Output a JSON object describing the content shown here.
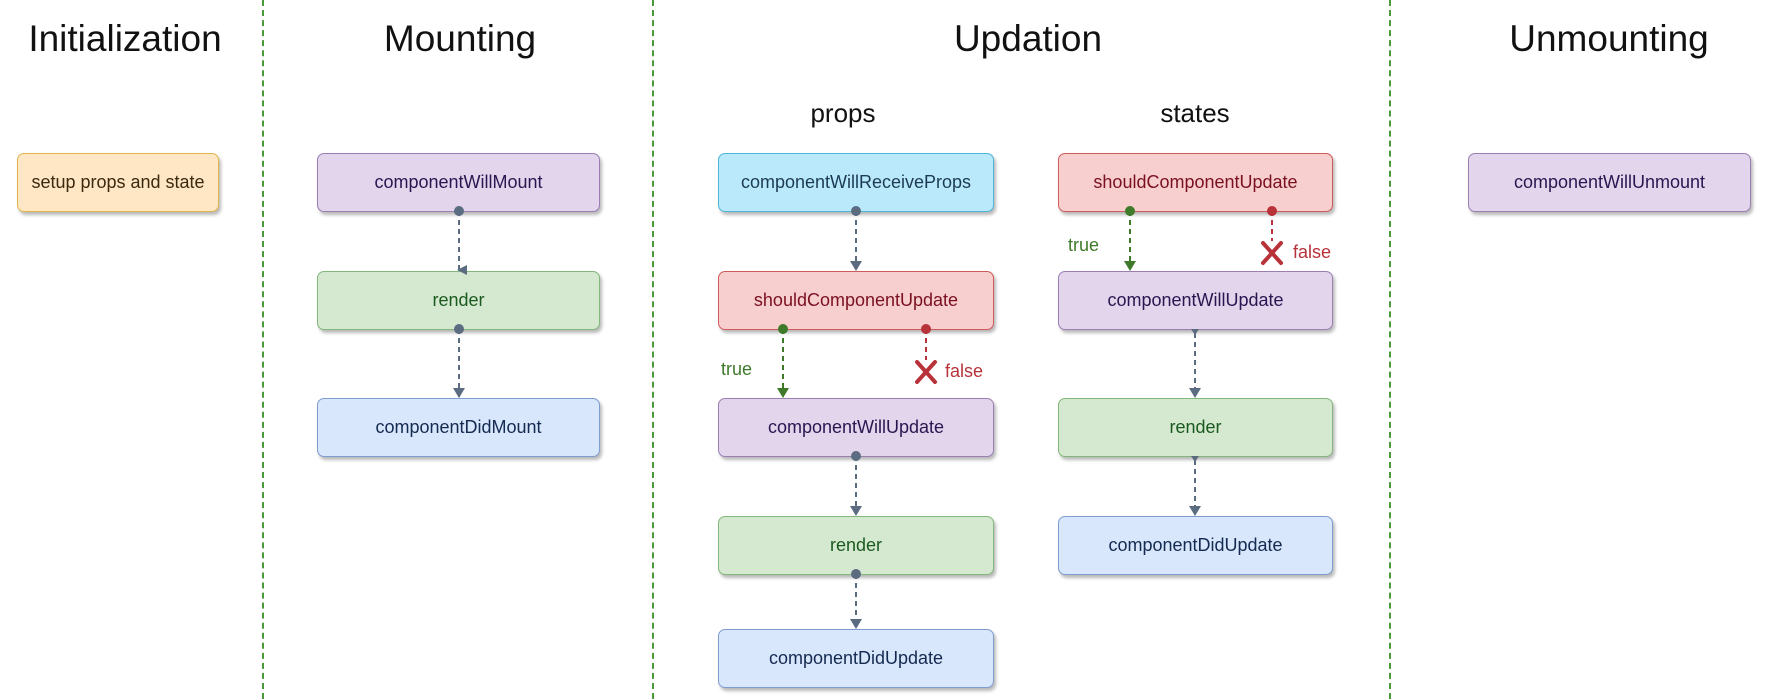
{
  "phases": {
    "initialization": "Initialization",
    "mounting": "Mounting",
    "updation": "Updation",
    "unmounting": "Unmounting"
  },
  "subheadings": {
    "props": "props",
    "states": "states"
  },
  "initialization": {
    "setup": "setup props and state"
  },
  "mounting": {
    "will_mount": "componentWillMount",
    "render": "render",
    "did_mount": "componentDidMount"
  },
  "props_flow": {
    "will_receive_props": "componentWillReceiveProps",
    "should_update": "shouldComponentUpdate",
    "will_update": "componentWillUpdate",
    "render": "render",
    "did_update": "componentDidUpdate",
    "true_label": "true",
    "false_label": "false"
  },
  "states_flow": {
    "should_update": "shouldComponentUpdate",
    "will_update": "componentWillUpdate",
    "render": "render",
    "did_update": "componentDidUpdate",
    "true_label": "true",
    "false_label": "false"
  },
  "unmounting": {
    "will_unmount": "componentWillUnmount"
  },
  "colors": {
    "divider": "#4a9a3a",
    "arrow": "#5b6b80",
    "true": "#3f7a2a",
    "false": "#b8323a"
  }
}
